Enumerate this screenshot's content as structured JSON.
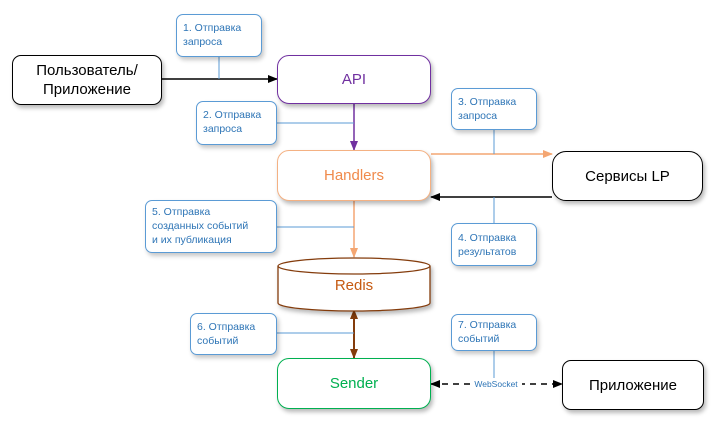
{
  "nodes": {
    "user": "Пользователь/\nПриложение",
    "api": "API",
    "handlers": "Handlers",
    "services": "Сервисы LP",
    "redis": "Redis",
    "sender": "Sender",
    "app": "Приложение"
  },
  "notes": {
    "n1": "1. Отправка\nзапроса",
    "n2": "2. Отправка\nзапроса",
    "n3": "3. Отправка\nзапроса",
    "n4": "4. Отправка\nрезультатов",
    "n5": "5. Отправка\nсозданных событий\nи их публикация",
    "n6": "6. Отправка\nсобытий",
    "n7": "7. Отправка\nсобытий"
  },
  "websocket_label": "WebSocket",
  "colors": {
    "api": "#7030a0",
    "handlers": "#f4b183",
    "handlers_text": "#ed7d31",
    "redis": "#c55a11",
    "sender": "#00b050",
    "note": "#5b9bd5"
  }
}
